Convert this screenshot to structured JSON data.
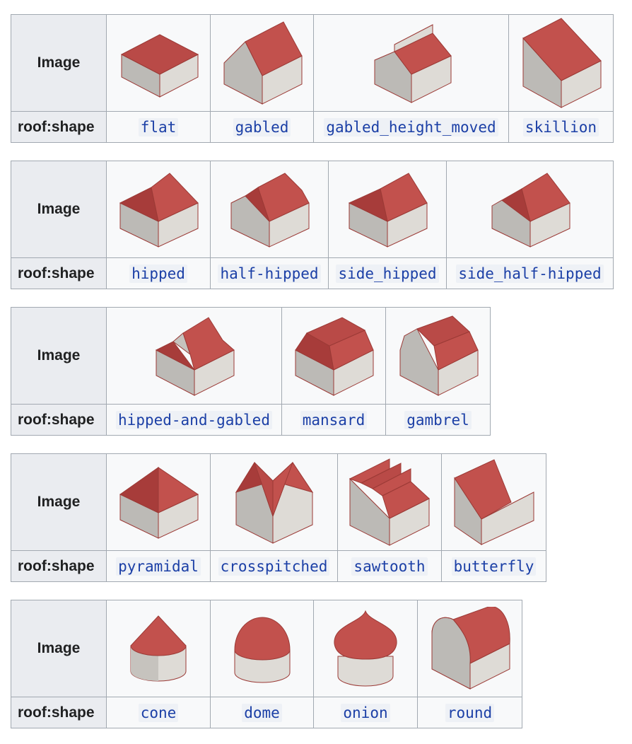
{
  "header_image": "Image",
  "header_key": "roof:shape",
  "colors": {
    "roof": "#c2514d",
    "roof_dark": "#a73c3a",
    "wall_front": "#dedbd6",
    "wall_side": "#bcbab6",
    "stroke": "#9b3a36"
  },
  "tables": [
    {
      "shapes": [
        {
          "value": "flat",
          "icon": "flat-roof-icon"
        },
        {
          "value": "gabled",
          "icon": "gabled-roof-icon"
        },
        {
          "value": "gabled_height_moved",
          "icon": "gabled-height-moved-roof-icon"
        },
        {
          "value": "skillion",
          "icon": "skillion-roof-icon"
        }
      ]
    },
    {
      "shapes": [
        {
          "value": "hipped",
          "icon": "hipped-roof-icon"
        },
        {
          "value": "half-hipped",
          "icon": "half-hipped-roof-icon"
        },
        {
          "value": "side_hipped",
          "icon": "side-hipped-roof-icon"
        },
        {
          "value": "side_half-hipped",
          "icon": "side-half-hipped-roof-icon"
        }
      ]
    },
    {
      "shapes": [
        {
          "value": "hipped-and-gabled",
          "icon": "hipped-and-gabled-roof-icon"
        },
        {
          "value": "mansard",
          "icon": "mansard-roof-icon"
        },
        {
          "value": "gambrel",
          "icon": "gambrel-roof-icon"
        }
      ]
    },
    {
      "shapes": [
        {
          "value": "pyramidal",
          "icon": "pyramidal-roof-icon"
        },
        {
          "value": "crosspitched",
          "icon": "crosspitched-roof-icon"
        },
        {
          "value": "sawtooth",
          "icon": "sawtooth-roof-icon"
        },
        {
          "value": "butterfly",
          "icon": "butterfly-roof-icon"
        }
      ]
    },
    {
      "shapes": [
        {
          "value": "cone",
          "icon": "cone-roof-icon"
        },
        {
          "value": "dome",
          "icon": "dome-roof-icon"
        },
        {
          "value": "onion",
          "icon": "onion-roof-icon"
        },
        {
          "value": "round",
          "icon": "round-roof-icon"
        }
      ]
    }
  ]
}
